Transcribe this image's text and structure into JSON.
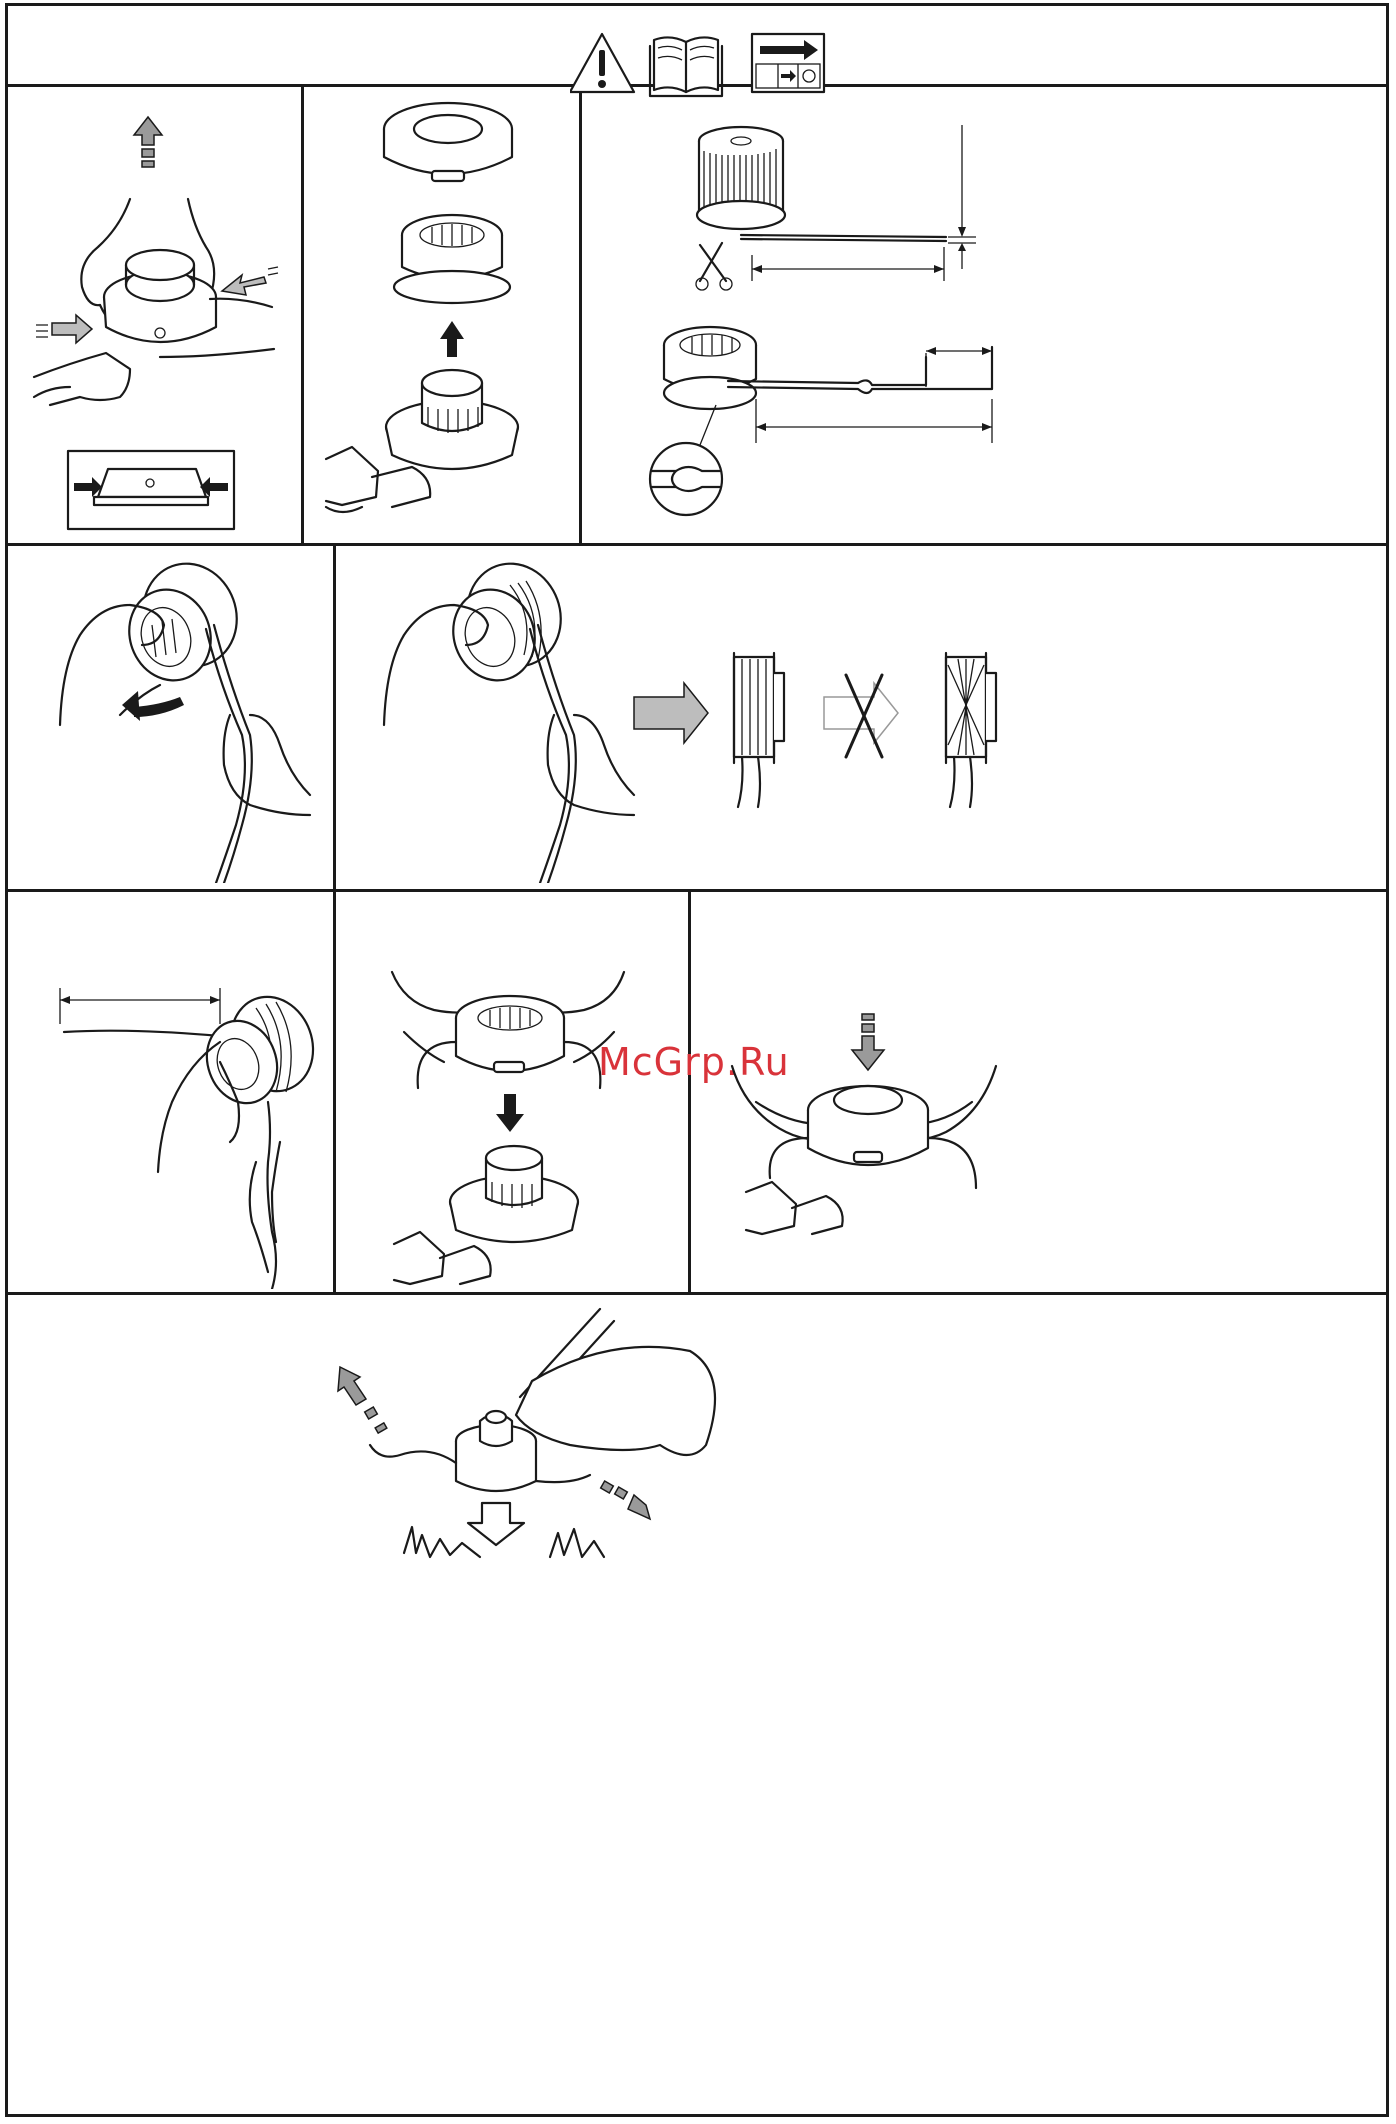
{
  "watermark": "McGrp.Ru",
  "header": {
    "icons": [
      "warning-icon",
      "manual-book-icon",
      "instruction-sheet-icon"
    ]
  },
  "steps": [
    {
      "id": "remove-cover",
      "icons": [
        "hand-icon",
        "up-arrow-icon",
        "press-arrow-icon"
      ]
    },
    {
      "id": "exploded-spool",
      "icons": [
        "cover-icon",
        "spool-icon",
        "up-arrow-icon"
      ]
    },
    {
      "id": "cut-line",
      "icons": [
        "line-reel-icon",
        "scissors-icon",
        "spool-icon",
        "magnifier-detail-icon"
      ]
    },
    {
      "id": "wind-line-direction",
      "icons": [
        "hand-icon",
        "rotate-arrow-icon"
      ]
    },
    {
      "id": "wind-line-even",
      "icons": [
        "hand-icon",
        "correct-arrow-icon",
        "wrong-cross-icon"
      ]
    },
    {
      "id": "secure-line-end",
      "icons": [
        "hand-icon",
        "dimension-icon"
      ]
    },
    {
      "id": "mount-spool",
      "icons": [
        "hand-icon",
        "down-arrow-icon"
      ]
    },
    {
      "id": "press-spool",
      "icons": [
        "hand-icon",
        "down-arrow-icon"
      ]
    },
    {
      "id": "tap-feed",
      "icons": [
        "trimmer-head-icon",
        "grass-icon",
        "line-out-arrow-icon"
      ]
    }
  ],
  "colors": {
    "border": "#1a1a1a",
    "arrow_gray": "#9a9a9a",
    "watermark": "#d9333a"
  }
}
